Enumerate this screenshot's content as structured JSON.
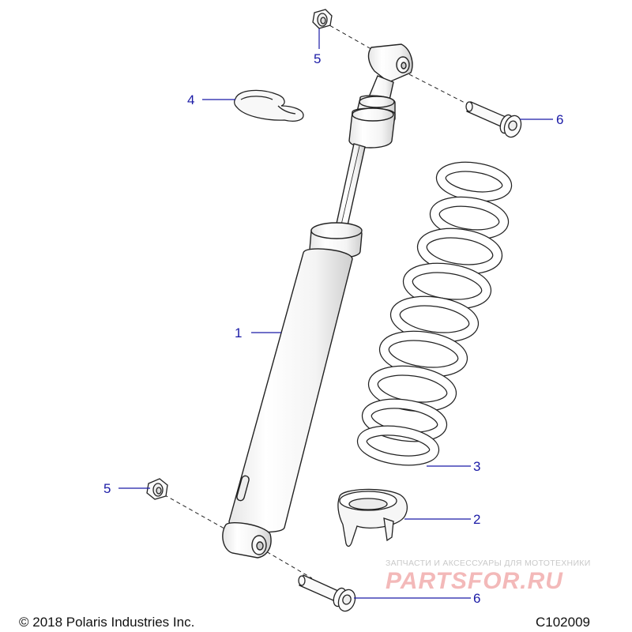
{
  "callouts": {
    "c1": "1",
    "c2": "2",
    "c3": "3",
    "c4": "4",
    "c5_top": "5",
    "c5_bottom": "5",
    "c6_top": "6",
    "c6_bottom": "6"
  },
  "footer": {
    "copyright": "© 2018 Polaris Industries Inc.",
    "diagram_code": "C102009"
  },
  "watermark": {
    "tagline": "ЗАПЧАСТИ И АКСЕССУАРЫ ДЛЯ МОТОТЕХНИКИ",
    "logo_text": "PARTSFOR.RU"
  },
  "colors": {
    "callout": "#1a1aa6",
    "line_art": "#222222",
    "watermark": "#e08080"
  }
}
